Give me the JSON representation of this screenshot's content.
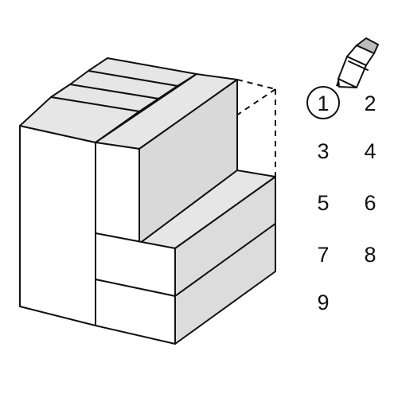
{
  "answer_options": [
    "1",
    "2",
    "3",
    "4",
    "5",
    "6",
    "7",
    "8",
    "9"
  ],
  "selected_option": "1",
  "colors": {
    "stroke": "#111111",
    "top_face": "#e6e6e6",
    "side_face": "#dcdcdc",
    "front_face": "#ffffff"
  },
  "icons": {
    "pencil": "pencil-icon"
  }
}
